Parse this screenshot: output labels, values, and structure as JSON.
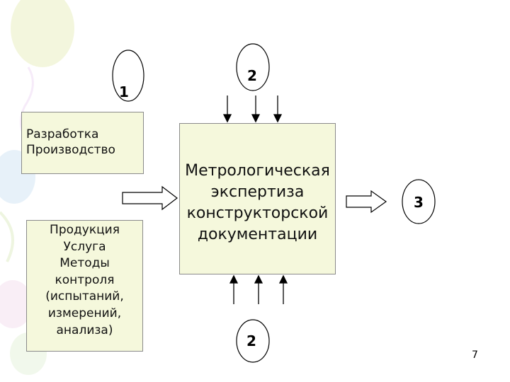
{
  "slide": {
    "marker_1": "1",
    "marker_2_top": "2",
    "marker_3": "3",
    "marker_2_bottom": "2",
    "box_development": "Разработка\nПроизводство",
    "box_product": "Продукция\nУслуга\nМетоды\nконтроля\n(испытаний,\nизмерений,\nанализа)",
    "box_expertise": "Метрологическая\nэкспертиза\nконструкторской\nдокументации",
    "page_number": "7"
  },
  "colors": {
    "box_fill": "#f5f8dc",
    "box_border": "#8a8a8a",
    "line": "#000000"
  }
}
